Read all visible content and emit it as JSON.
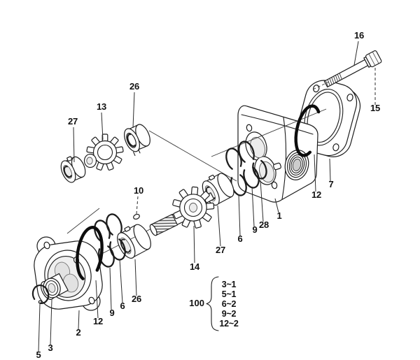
{
  "diagram": {
    "description": "Exploded view parts diagram of a hydraulic gear pump assembly",
    "line_color": "#1c1c1c",
    "callouts": {
      "c27_upper": "27",
      "c13": "13",
      "c26_upper": "26",
      "c16": "16",
      "c15": "15",
      "c10": "10",
      "c14": "14",
      "c27_lower": "27",
      "c6_right": "6",
      "c9_right": "9",
      "c28": "28",
      "c1": "1",
      "c12_right": "12",
      "c7": "7",
      "c5": "5",
      "c3": "3",
      "c2": "2",
      "c12_left": "12",
      "c9_left": "9",
      "c6_left": "6",
      "c26_lower": "26"
    },
    "group_note": {
      "group_id": "100",
      "items": [
        "3~1",
        "5~1",
        "6~2",
        "9~2",
        "12~2"
      ]
    }
  }
}
